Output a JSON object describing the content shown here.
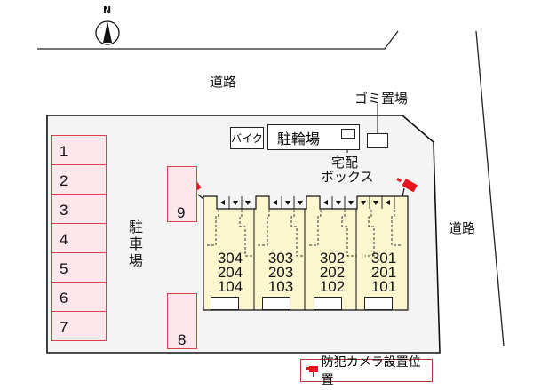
{
  "compass": {
    "label": "N"
  },
  "roads": {
    "top": "道路",
    "right": "道路"
  },
  "facilities": {
    "bike": "バイク",
    "bicycle_parking": "駐輪場",
    "garbage": "ゴミ置場",
    "delivery_box_line1": "宅配",
    "delivery_box_line2": "ボックス"
  },
  "parking": {
    "label_chars": [
      "駐",
      "車",
      "場"
    ],
    "slots": [
      "1",
      "2",
      "3",
      "4",
      "5",
      "6",
      "7",
      "8",
      "9"
    ]
  },
  "units": [
    {
      "floor3": "304",
      "floor2": "204",
      "floor1": "104"
    },
    {
      "floor3": "303",
      "floor2": "203",
      "floor1": "103"
    },
    {
      "floor3": "302",
      "floor2": "202",
      "floor1": "102"
    },
    {
      "floor3": "301",
      "floor2": "201",
      "floor1": "101"
    }
  ],
  "legend": {
    "label": "防犯カメラ設置位置",
    "camera_color": "#e8141c"
  },
  "colors": {
    "lot": "#f4f4f4",
    "building": "#fdf7cf",
    "parking_fill": "#fde6ec",
    "parking_border": "#d9434f"
  }
}
